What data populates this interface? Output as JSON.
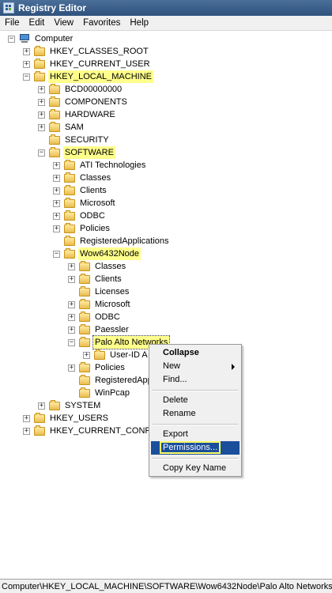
{
  "window": {
    "title": "Registry Editor"
  },
  "menu": [
    "File",
    "Edit",
    "View",
    "Favorites",
    "Help"
  ],
  "tree": [
    {
      "label": "Computer",
      "icon": "computer-icon",
      "expander": "−",
      "highlight": false
    },
    {
      "label": "HKEY_CLASSES_ROOT",
      "icon": "folder-icon",
      "expander": "+",
      "highlight": false
    },
    {
      "label": "HKEY_CURRENT_USER",
      "icon": "folder-icon",
      "expander": "+",
      "highlight": false
    },
    {
      "label": "HKEY_LOCAL_MACHINE",
      "icon": "folder-icon",
      "expander": "−",
      "highlight": true
    },
    {
      "label": "BCD00000000",
      "icon": "folder-icon",
      "expander": "+",
      "highlight": false
    },
    {
      "label": "COMPONENTS",
      "icon": "folder-icon",
      "expander": "+",
      "highlight": false
    },
    {
      "label": "HARDWARE",
      "icon": "folder-icon",
      "expander": "+",
      "highlight": false
    },
    {
      "label": "SAM",
      "icon": "folder-icon",
      "expander": "+",
      "highlight": false
    },
    {
      "label": "SECURITY",
      "icon": "folder-icon",
      "expander": "",
      "highlight": false
    },
    {
      "label": "SOFTWARE",
      "icon": "folder-icon",
      "expander": "−",
      "highlight": true
    },
    {
      "label": "ATI Technologies",
      "icon": "folder-icon",
      "expander": "+",
      "highlight": false
    },
    {
      "label": "Classes",
      "icon": "folder-icon",
      "expander": "+",
      "highlight": false
    },
    {
      "label": "Clients",
      "icon": "folder-icon",
      "expander": "+",
      "highlight": false
    },
    {
      "label": "Microsoft",
      "icon": "folder-icon",
      "expander": "+",
      "highlight": false
    },
    {
      "label": "ODBC",
      "icon": "folder-icon",
      "expander": "+",
      "highlight": false
    },
    {
      "label": "Policies",
      "icon": "folder-icon",
      "expander": "+",
      "highlight": false
    },
    {
      "label": "RegisteredApplications",
      "icon": "folder-icon",
      "expander": "",
      "highlight": false
    },
    {
      "label": "Wow6432Node",
      "icon": "folder-icon",
      "expander": "−",
      "highlight": true
    },
    {
      "label": "Classes",
      "icon": "folder-icon",
      "expander": "+",
      "highlight": false
    },
    {
      "label": "Clients",
      "icon": "folder-icon",
      "expander": "+",
      "highlight": false
    },
    {
      "label": "Licenses",
      "icon": "folder-icon",
      "expander": "",
      "highlight": false
    },
    {
      "label": "Microsoft",
      "icon": "folder-icon",
      "expander": "+",
      "highlight": false
    },
    {
      "label": "ODBC",
      "icon": "folder-icon",
      "expander": "+",
      "highlight": false
    },
    {
      "label": "Paessler",
      "icon": "folder-icon",
      "expander": "+",
      "highlight": false
    },
    {
      "label": "Palo Alto Networks",
      "icon": "folder-icon",
      "expander": "−",
      "highlight": true,
      "selected": true
    },
    {
      "label": "User-ID A",
      "icon": "folder-icon",
      "expander": "+",
      "highlight": false
    },
    {
      "label": "Policies",
      "icon": "folder-icon",
      "expander": "+",
      "highlight": false
    },
    {
      "label": "RegisteredApp",
      "icon": "folder-icon",
      "expander": "",
      "highlight": false
    },
    {
      "label": "WinPcap",
      "icon": "folder-icon",
      "expander": "",
      "highlight": false
    },
    {
      "label": "SYSTEM",
      "icon": "folder-icon",
      "expander": "+",
      "highlight": false
    },
    {
      "label": "HKEY_USERS",
      "icon": "folder-icon",
      "expander": "+",
      "highlight": false
    },
    {
      "label": "HKEY_CURRENT_CONFIG",
      "icon": "folder-icon",
      "expander": "+",
      "highlight": false
    }
  ],
  "context_menu": {
    "collapse": "Collapse",
    "new": "New",
    "find": "Find...",
    "delete": "Delete",
    "rename": "Rename",
    "export": "Export",
    "permissions": "Permissions...",
    "copy_key_name": "Copy Key Name"
  },
  "status": {
    "path": "Computer\\HKEY_LOCAL_MACHINE\\SOFTWARE\\Wow6432Node\\Palo Alto Networks"
  },
  "colors": {
    "highlight": "#ffff8c",
    "menu_selected": "#1b4f9c",
    "title_bar": "#2f527d"
  }
}
